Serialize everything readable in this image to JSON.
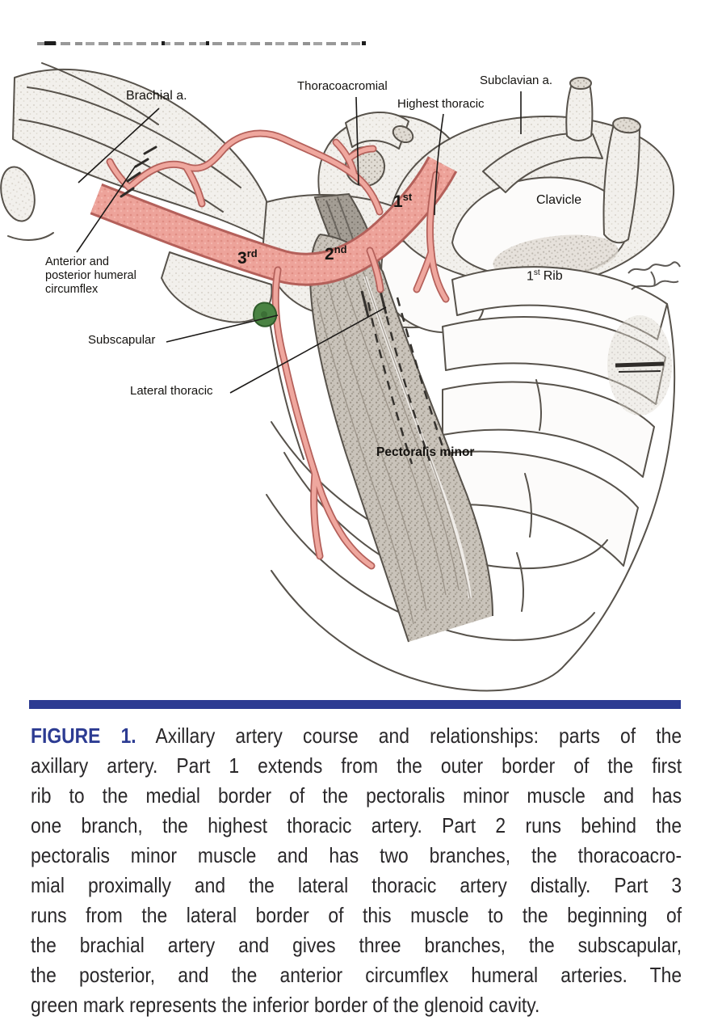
{
  "figure": {
    "labels": {
      "brachial": "Brachial a.",
      "thoracoacromial": "Thoracoacromial",
      "subclavian": "Subclavian a.",
      "highest_thoracic": "Highest thoracic",
      "clavicle": "Clavicle",
      "first_rib": {
        "base": "1",
        "sup": "st",
        "word": "Rib"
      },
      "circumflex": [
        "Anterior and",
        "posterior humeral",
        "circumflex"
      ],
      "subscapular": "Subscapular",
      "lateral_thoracic": "Lateral thoracic",
      "pectoralis_minor": "Pectoralis minor",
      "part1": {
        "base": "1",
        "sup": "st"
      },
      "part2": {
        "base": "2",
        "sup": "nd"
      },
      "part3": {
        "base": "3",
        "sup": "rd"
      }
    },
    "colors": {
      "artery_fill": "#eda39a",
      "artery_edge": "#b4605a",
      "green_mark": "#4a8343",
      "sketch_line": "#57524b",
      "rule_bar": "#2c3b92"
    }
  },
  "caption": {
    "label": "FIGURE 1.",
    "lines": [
      "Axillary artery course and relationships: parts of the",
      "axillary artery. Part 1 extends from the outer border of the first",
      "rib to the medial border of the pectoralis minor muscle and has",
      "one branch, the highest thoracic artery. Part 2 runs behind the",
      "pectoralis minor muscle and has two branches, the thoracoacro-",
      "mial proximally and the lateral thoracic artery distally. Part 3",
      "runs from the lateral border of this muscle to the beginning of",
      "the brachial artery and gives three branches, the subscapular,",
      "the posterior, and the anterior circumflex humeral arteries. The",
      "green mark represents the inferior border of the glenoid cavity."
    ]
  }
}
